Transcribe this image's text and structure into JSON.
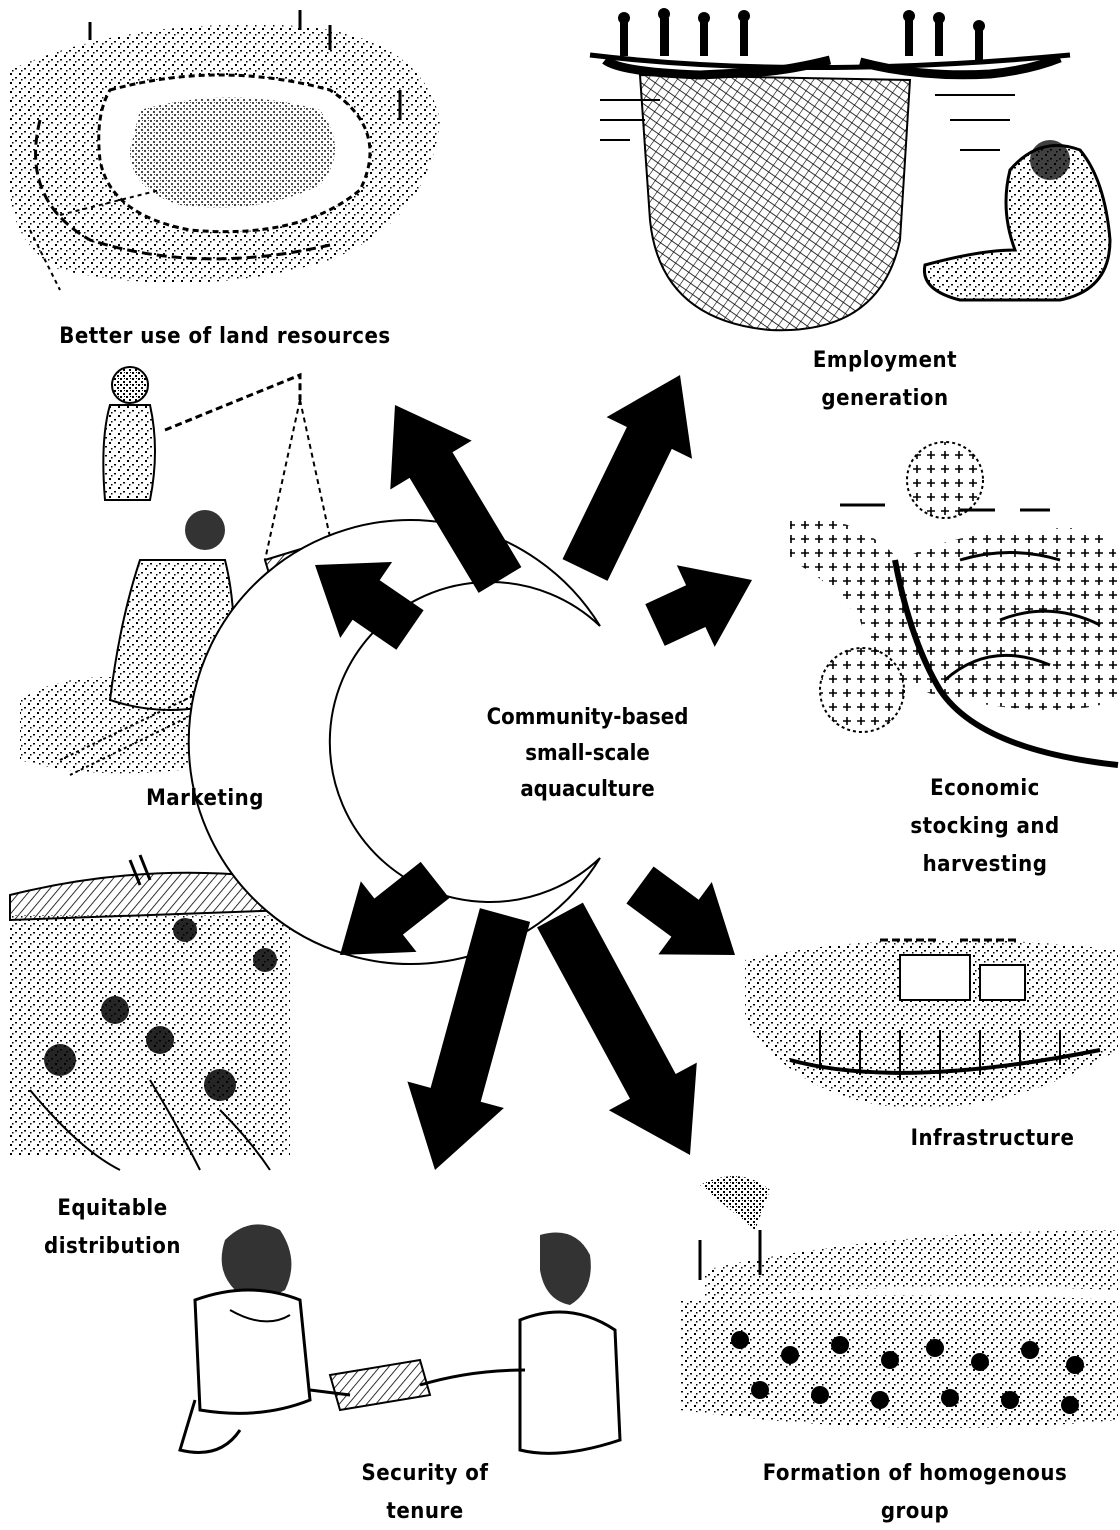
{
  "center": {
    "lines": [
      "Community-based",
      "small-scale",
      "aquaculture"
    ]
  },
  "outcomes": [
    {
      "id": "land",
      "lines": [
        "Better use of land resources"
      ],
      "illustration": "pond-terraces-illustration"
    },
    {
      "id": "employment",
      "lines": [
        "Employment",
        "generation"
      ],
      "illustration": "fishing-net-boats-illustration"
    },
    {
      "id": "stocking",
      "lines": [
        "Economic",
        "stocking and",
        "harvesting"
      ],
      "illustration": "fish-tree-illustration"
    },
    {
      "id": "infrastructure",
      "lines": [
        "Infrastructure"
      ],
      "illustration": "pond-village-illustration"
    },
    {
      "id": "group",
      "lines": [
        "Formation of homogenous",
        "group"
      ],
      "illustration": "village-meeting-illustration"
    },
    {
      "id": "tenure",
      "lines": [
        "Security of",
        "tenure"
      ],
      "illustration": "document-handover-illustration"
    },
    {
      "id": "distribution",
      "lines": [
        "Equitable",
        "distribution"
      ],
      "illustration": "people-sharing-illustration"
    },
    {
      "id": "marketing",
      "lines": [
        "Marketing"
      ],
      "illustration": "weighing-scale-illustration"
    }
  ],
  "colors": {
    "ink": "#000000",
    "paper": "#ffffff"
  }
}
